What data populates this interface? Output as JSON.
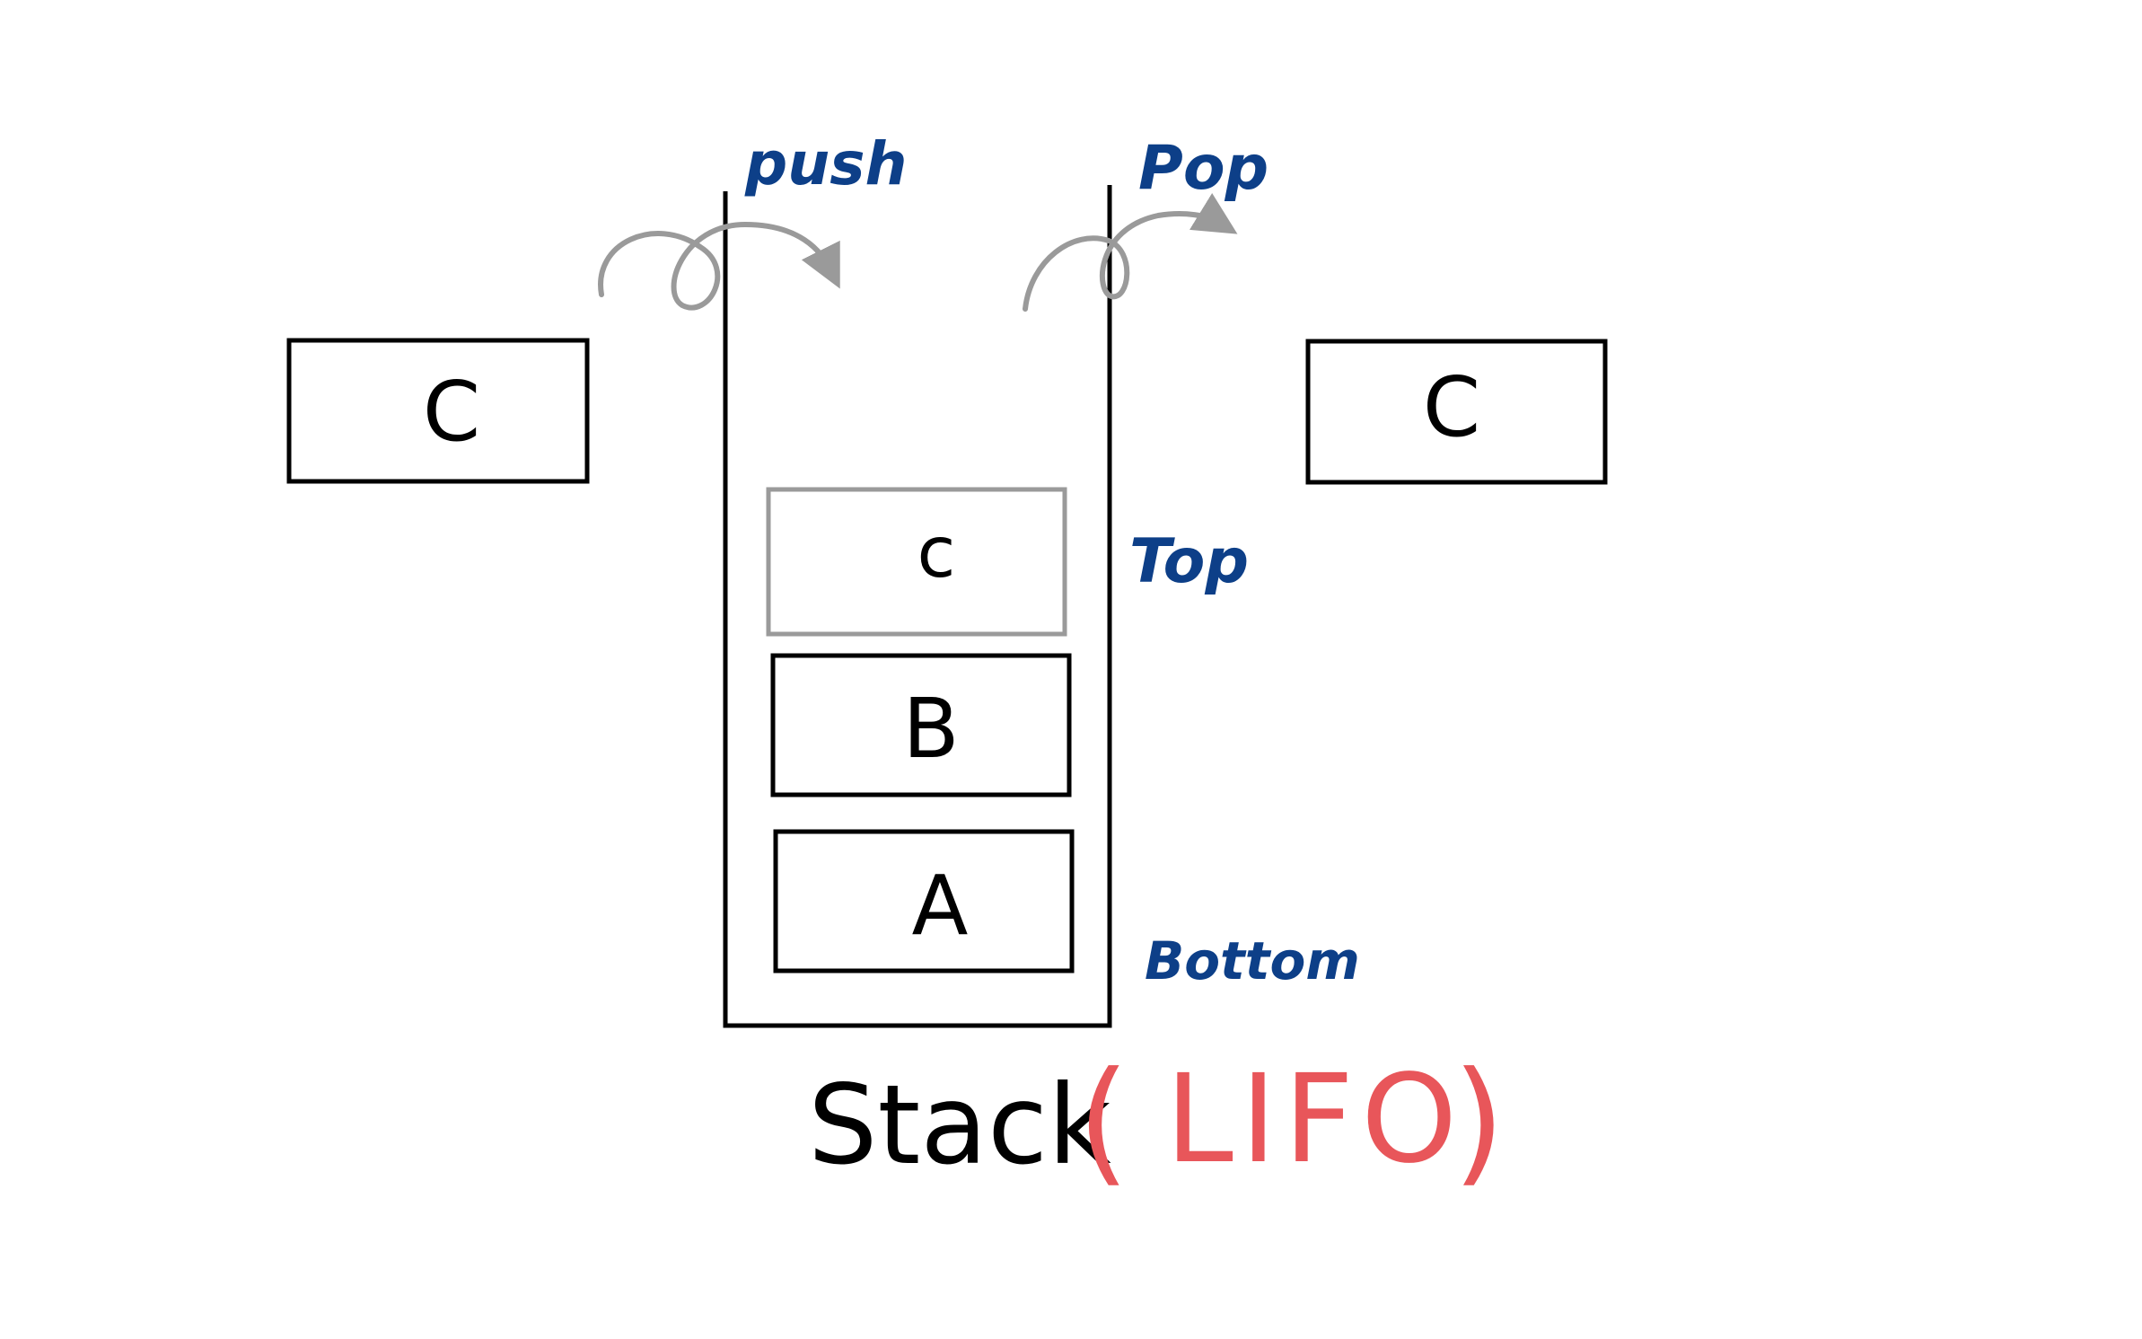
{
  "labels": {
    "push": "push",
    "pop": "Pop",
    "top": "Top",
    "bottom": "Bottom"
  },
  "items": {
    "incoming": "C",
    "outgoing": "C",
    "stack": [
      "A",
      "B",
      "c"
    ]
  },
  "title": {
    "main": "Stack",
    "paren_open": "(",
    "lifo": "LIFO",
    "paren_close": ")"
  },
  "colors": {
    "ink": "#000000",
    "label_blue": "#0d3f88",
    "faded_gray": "#9a9a9a",
    "lifo_red": "#e8565a"
  }
}
